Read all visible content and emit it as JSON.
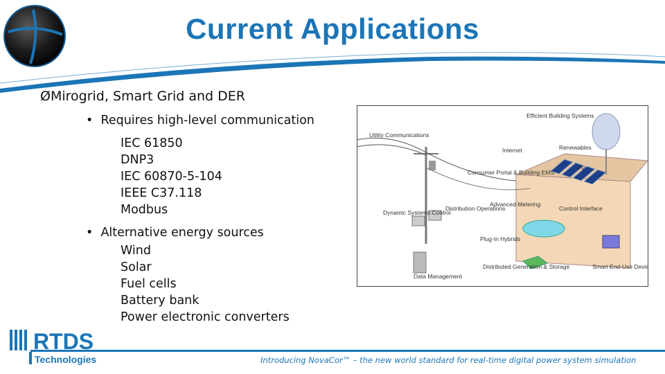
{
  "slide": {
    "title": "Current Applications",
    "main_bullet": "Mirogrid, Smart Grid and DER",
    "section1": {
      "heading": "Requires high-level communication",
      "items": [
        "IEC 61850",
        "DNP3",
        "IEC 60870-5-104",
        "IEEE C37.118",
        "Modbus"
      ]
    },
    "section2": {
      "heading": "Alternative energy sources",
      "items": [
        "Wind",
        "Solar",
        "Fuel cells",
        "Battery bank",
        "Power electronic converters"
      ]
    }
  },
  "diagram": {
    "labels": {
      "efficient": "Efficient Building Systems",
      "utility": "Utility Communications",
      "internet": "Internet",
      "renewables": "Renewables",
      "pv": "PV",
      "consumer": "Consumer Portal & Building EMS",
      "dynamic": "Dynamic Systems Control",
      "distops": "Distribution Operations",
      "advmeter": "Advanced Metering",
      "control": "Control Interface",
      "hybrids": "Plug-In Hybrids",
      "data": "Data Management",
      "distgen": "Distributed Generation & Storage",
      "smart": "Smart End-Use Devices"
    }
  },
  "logo": {
    "brand": "RTDS",
    "subtitle": "Technologies"
  },
  "footer": {
    "text": "Introducing NovaCor™ – the new world standard for real-time digital power system simulation"
  },
  "colors": {
    "accent": "#1b75b6",
    "globe_dark": "#1a1a1a"
  }
}
